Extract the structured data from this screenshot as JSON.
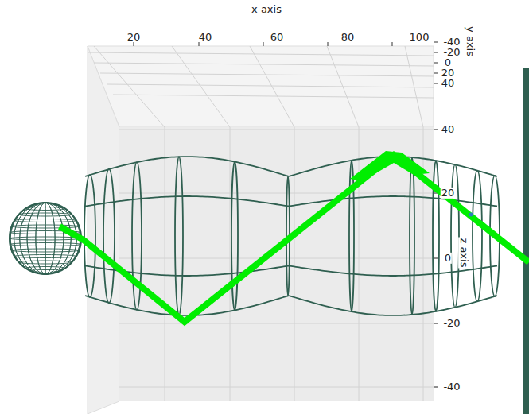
{
  "diagram": {
    "labels": [
      "x axis",
      "20",
      "40",
      "60",
      "80",
      "100",
      "-40",
      "-20",
      "0",
      "20",
      "40",
      "y axis",
      "40",
      "20",
      "0",
      "-20",
      "-40",
      "z axis"
    ]
  }
}
